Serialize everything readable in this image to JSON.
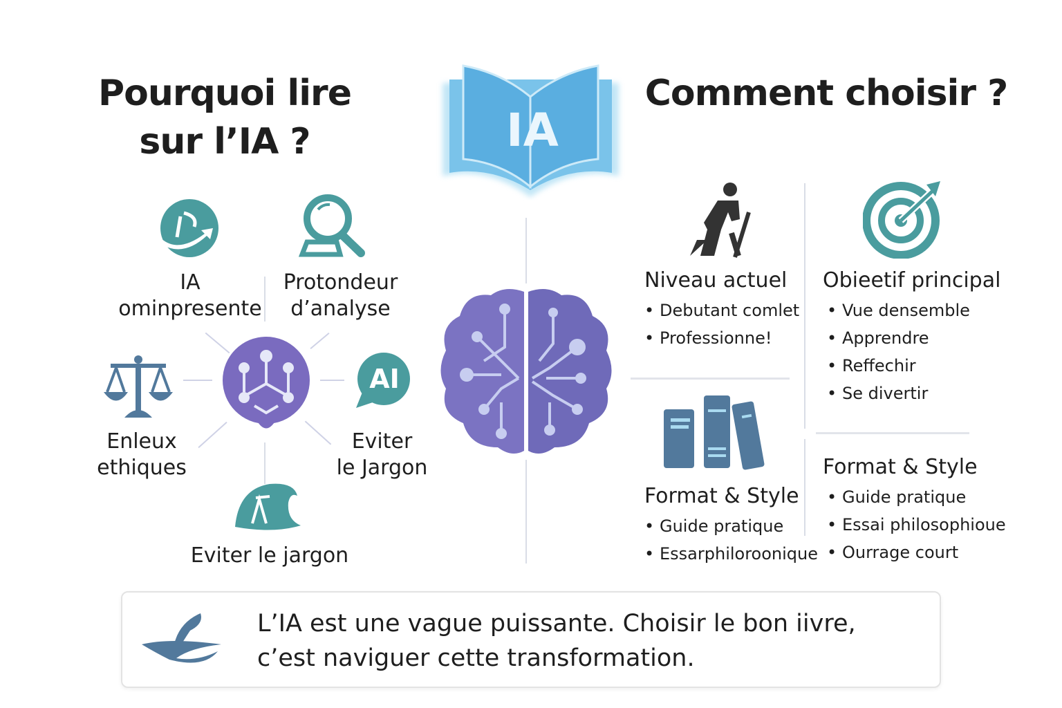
{
  "left_title": {
    "line1": "Pourquoi lire",
    "line2": "sur l’IA ?"
  },
  "right_title": "Comment choisir ?",
  "book_label": "IA",
  "reasons": [
    {
      "label1": "IA",
      "label2": "ominpresente",
      "icon": "globe-arrow-icon"
    },
    {
      "label1": "Protondeur",
      "label2": "d’analyse",
      "icon": "magnifier-icon"
    },
    {
      "label1": "Enleux",
      "label2": "ethiques",
      "icon": "scales-icon"
    },
    {
      "label1": "Eviter",
      "label2": "le Jargon",
      "icon": "ai-speech-bubble-icon",
      "bubble_text": "AI"
    },
    {
      "label1": "Eviter le jargon",
      "icon": "wave-icon"
    }
  ],
  "criteria": {
    "level": {
      "title": "Niveau actuel",
      "items": [
        "Debutant comlet",
        "Professionne!"
      ]
    },
    "goal": {
      "title": "Obieetif principal",
      "items": [
        "Vue densemble",
        "Apprendre",
        "Reffechir",
        "Se divertir"
      ]
    },
    "format_left": {
      "title": "Format & Style",
      "items": [
        "Guide pratique",
        "Essarphiloroonique"
      ]
    },
    "format_right": {
      "title": "Format & Style",
      "items": [
        "Guide pratique",
        "Essai philosophioue",
        "Ourrage court"
      ]
    }
  },
  "footer": {
    "line1": "L’IA est une vague puissante. Choisir le bon iivre,",
    "line2": "c’est naviguer cette transformation."
  },
  "colors": {
    "teal": "#4a9c9e",
    "purple": "#7a6bbf",
    "slate": "#52799c",
    "book": "#5aaee0"
  }
}
